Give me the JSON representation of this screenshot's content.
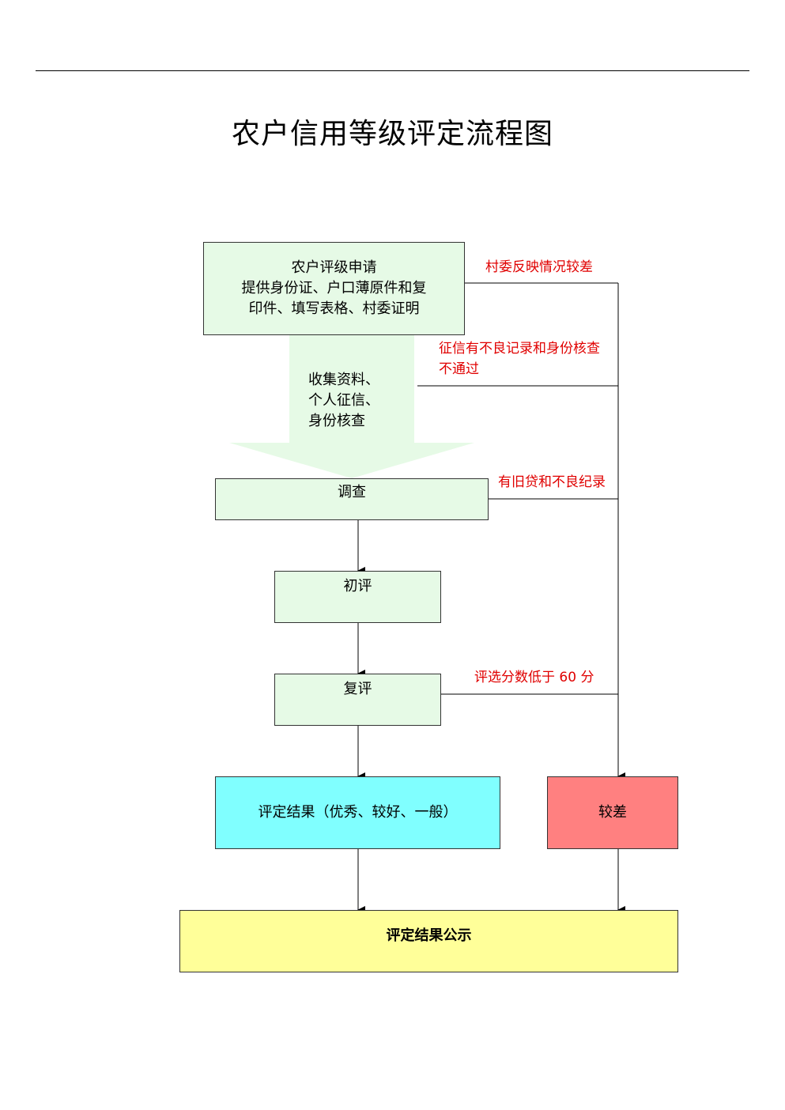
{
  "title": "农户信用等级评定流程图",
  "nodes": {
    "apply": {
      "line1": "农户评级申请",
      "line2": "提供身份证、户口薄原件和复",
      "line3": "印件、填写表格、村委证明"
    },
    "collect": {
      "line1": "收集资料、",
      "line2": "个人征信、",
      "line3": "身份核查"
    },
    "survey": "调查",
    "initial": "初评",
    "review": "复评",
    "result_good": "评定结果（优秀、较好、一般）",
    "result_poor": "较差",
    "publicize": "评定结果公示"
  },
  "conditions": {
    "village_poor": "村委反映情况较差",
    "credit_bad_1": "征信有不良记录和身份核查",
    "credit_bad_2": "不通过",
    "old_loan": "有旧贷和不良纪录",
    "score_low": "评选分数低于 60 分"
  },
  "colors": {
    "node_fill": "#e6fae6",
    "big_arrow": "#e6fae6",
    "result_good_fill": "#80ffff",
    "result_poor_fill": "#ff8080",
    "publicize_fill": "#ffff99",
    "condition_text": "#e00000"
  }
}
